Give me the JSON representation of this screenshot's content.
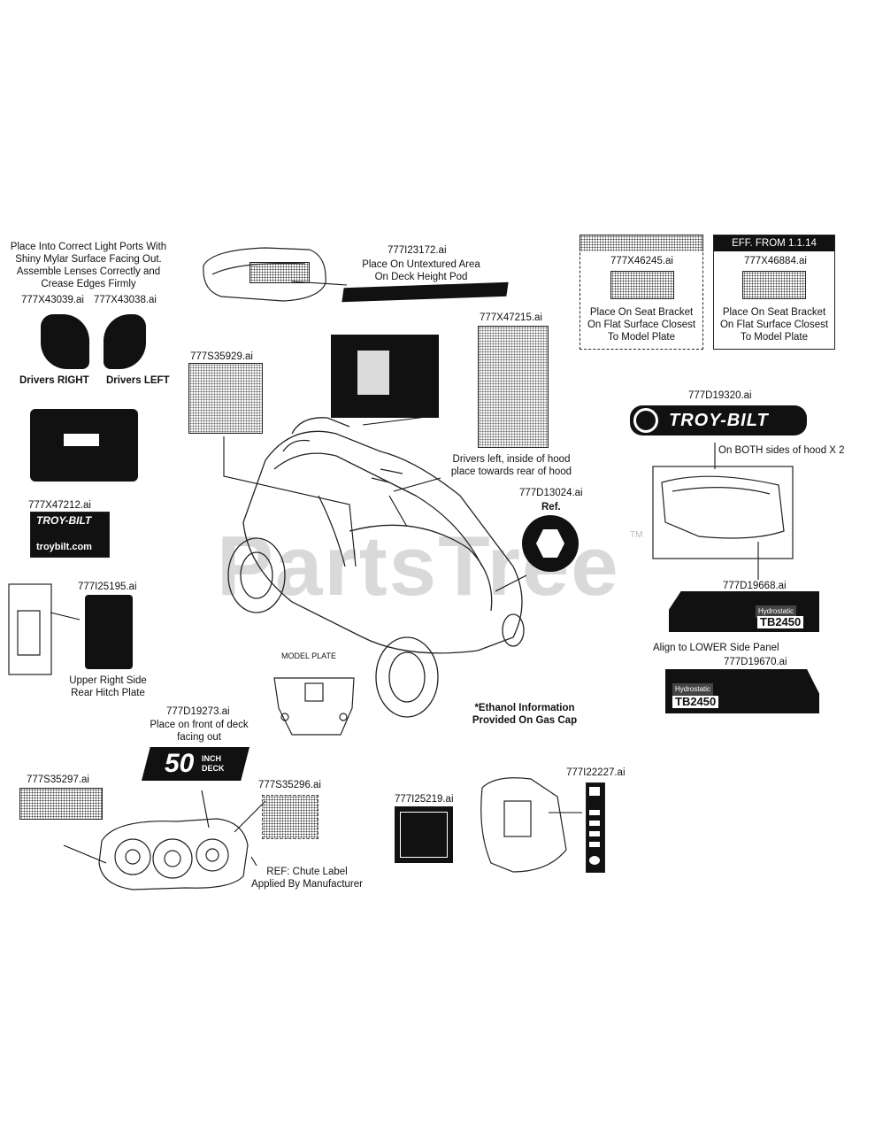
{
  "watermark": {
    "text": "PartsTree",
    "tm": "TM"
  },
  "labels": {
    "lens_note": [
      "Place Into Correct Light Ports With",
      "Shiny Mylar Surface Facing Out.",
      "Assemble Lenses Correctly and",
      "Crease Edges Firmly"
    ],
    "lens_left_part": "777X43039.ai",
    "lens_right_part": "777X43038.ai",
    "drivers_right": "Drivers RIGHT",
    "drivers_left": "Drivers LEFT",
    "hood_emblem_part": "777X47212.ai",
    "troybilt_small": "TROY-BILT",
    "troybilt_url": "troybilt.com",
    "hitch_part": "777I25195.ai",
    "hitch_note": [
      "Upper Right Side",
      "Rear Hitch Plate"
    ],
    "deck_pod_part": "777I23172.ai",
    "deck_pod_note": [
      "Place On Untextured Area",
      "On Deck Height Pod"
    ],
    "dash_part": "777S35929.ai",
    "hood_inside_part": "777X47215.ai",
    "hood_inside_note": [
      "Drivers left, inside of hood",
      "place towards rear of hood"
    ],
    "seat_part_a": "777X46245.ai",
    "seat_part_b": "777X46884.ai",
    "seat_eff": "EFF. FROM 1.1.14",
    "seat_note": [
      "Place On Seat Bracket",
      "On Flat Surface Closest",
      "To Model Plate"
    ],
    "hood_logo_part": "777D19320.ai",
    "troybilt_big": "TROY-BILT",
    "hood_logo_note": "On BOTH sides of hood X 2",
    "cap_part": "777D13024.ai",
    "cap_ref": "Ref.",
    "side_upper_part": "777D19668.ai",
    "hydrostatic": "Hydrostatic",
    "model": "TB2450",
    "side_note": "Align to LOWER Side Panel",
    "side_lower_part": "777D19670.ai",
    "plate_part": "MODEL PLATE",
    "deck_front_part": "777D19273.ai",
    "deck_front_note": [
      "Place on front of deck",
      "facing out"
    ],
    "deck_size": "50",
    "deck_unit": [
      "INCH",
      "DECK"
    ],
    "ethanol_note": [
      "*Ethanol Information",
      "Provided On Gas Cap"
    ],
    "deck_warn_part": "777S35297.ai",
    "deck_warn_part_b": "777S35296.ai",
    "chute_note": [
      "REF: Chute Label",
      "Applied By Manufacturer"
    ],
    "fuel_part": "777I25219.ai",
    "throttle_part": "777I22227.ai"
  }
}
